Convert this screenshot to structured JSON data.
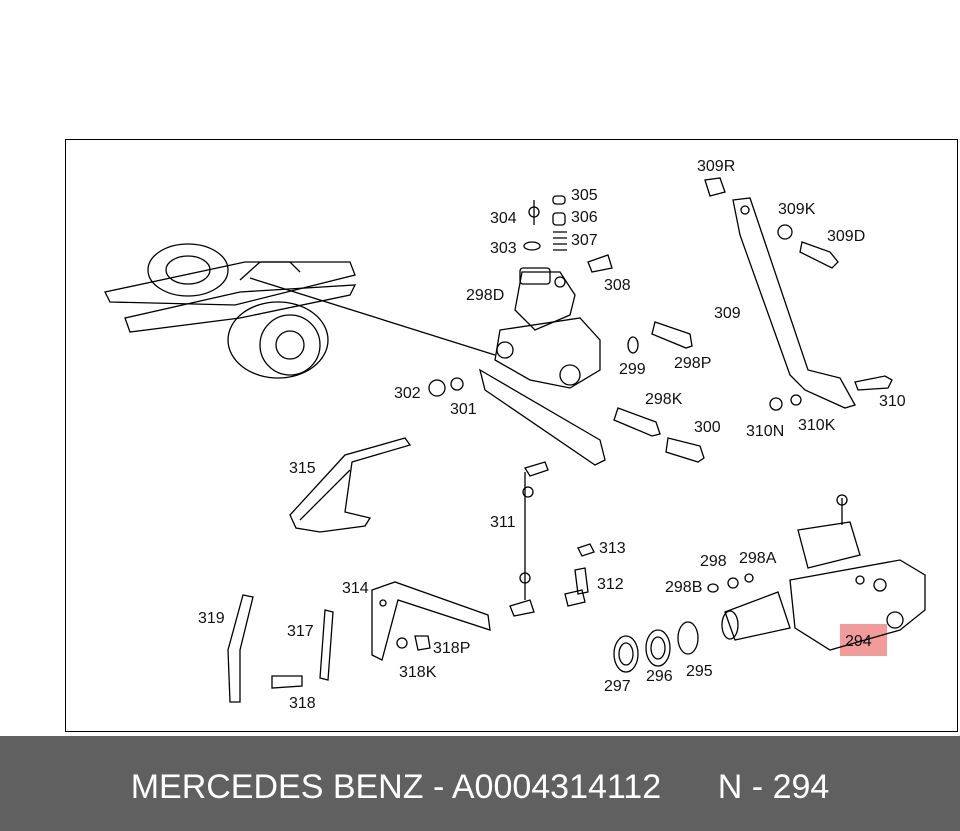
{
  "diagram": {
    "labels": [
      "309R",
      "305",
      "304",
      "306",
      "303",
      "307",
      "309K",
      "309D",
      "308",
      "298D",
      "309",
      "299",
      "298P",
      "302",
      "301",
      "298K",
      "310",
      "310N",
      "310K",
      "300",
      "315",
      "311",
      "313",
      "312",
      "298",
      "298A",
      "298B",
      "314",
      "319",
      "317",
      "318P",
      "294",
      "297",
      "296",
      "295",
      "318K",
      "318"
    ],
    "highlight_label": "294"
  },
  "footer": {
    "brand": "MERCEDES BENZ",
    "separator": " - ",
    "part_number": "A0004314112",
    "position_prefix": "N - ",
    "position": "294"
  },
  "colors": {
    "highlight": "#f08a8a",
    "footer_bg": "#606060",
    "footer_text": "#ffffff",
    "line": "#000000"
  }
}
